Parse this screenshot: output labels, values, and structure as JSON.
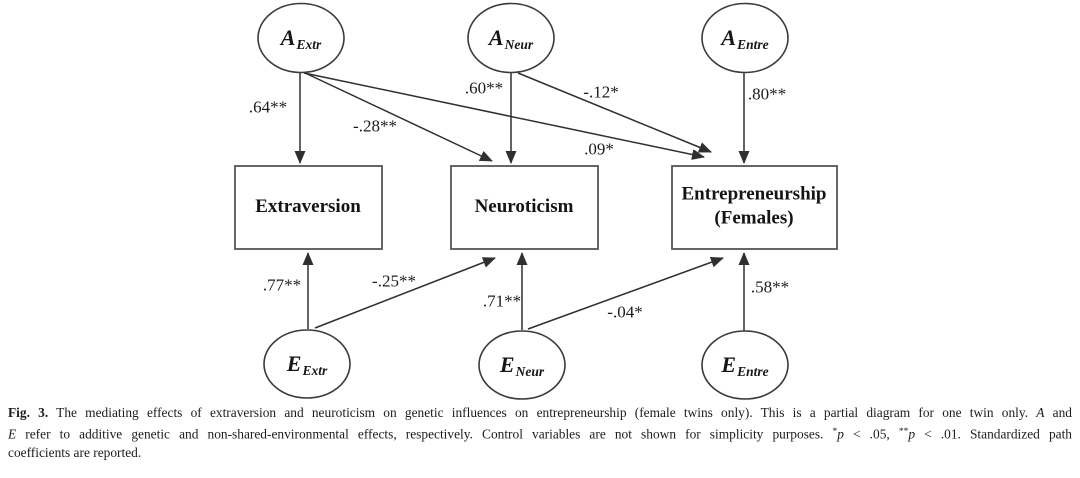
{
  "figure": {
    "nodes": {
      "a_extr": {
        "main": "A",
        "sub": "Extr"
      },
      "a_neur": {
        "main": "A",
        "sub": "Neur"
      },
      "a_entre": {
        "main": "A",
        "sub": "Entre"
      },
      "e_extr": {
        "main": "E",
        "sub": "Extr"
      },
      "e_neur": {
        "main": "E",
        "sub": "Neur"
      },
      "e_entre": {
        "main": "E",
        "sub": "Entre"
      },
      "extraversion": "Extraversion",
      "neuroticism": "Neuroticism",
      "entrepreneurship_line1": "Entrepreneurship",
      "entrepreneurship_line2": "(Females)"
    },
    "coefficients": {
      "a_extr_extraversion": ".64**",
      "a_extr_neuroticism": "-.28**",
      "a_extr_entrepreneurship": ".09*",
      "a_neur_neuroticism": ".60**",
      "a_neur_entrepreneurship": "-.12*",
      "a_entre_entrepreneurship": ".80**",
      "e_extr_extraversion": ".77**",
      "e_extr_neuroticism": "-.25**",
      "e_neur_neuroticism": ".71**",
      "e_neur_entrepreneurship": "-.04*",
      "e_entre_entrepreneurship": ".58**"
    },
    "colors": {
      "background": "#ffffff",
      "line": "#2f2f2f",
      "box_border": "#565656",
      "text": "#1a1a1a"
    }
  },
  "caption": {
    "lines": [
      {
        "segs": [
          {
            "t": "Fig. 3."
          },
          {
            "t": " The mediating effects of extraversion and neuroticism on genetic influences on entrepreneurship (female twins only). This is a partial diagram for one twin only. "
          },
          {
            "t": "A"
          },
          {
            "t": " and"
          }
        ]
      },
      {
        "segs": [
          {
            "t": "E"
          },
          {
            "t": " refer to additive genetic and non-shared-environmental effects, respectively. Control variables are not shown for simplicity purposes. "
          },
          {
            "t": "*"
          },
          {
            "t": "p"
          },
          {
            "t": " < .05, "
          },
          {
            "t": "**"
          },
          {
            "t": "p"
          },
          {
            "t": " < .01. Standardized path"
          }
        ]
      },
      {
        "segs": [
          {
            "t": "coefficients are reported."
          }
        ]
      }
    ]
  }
}
